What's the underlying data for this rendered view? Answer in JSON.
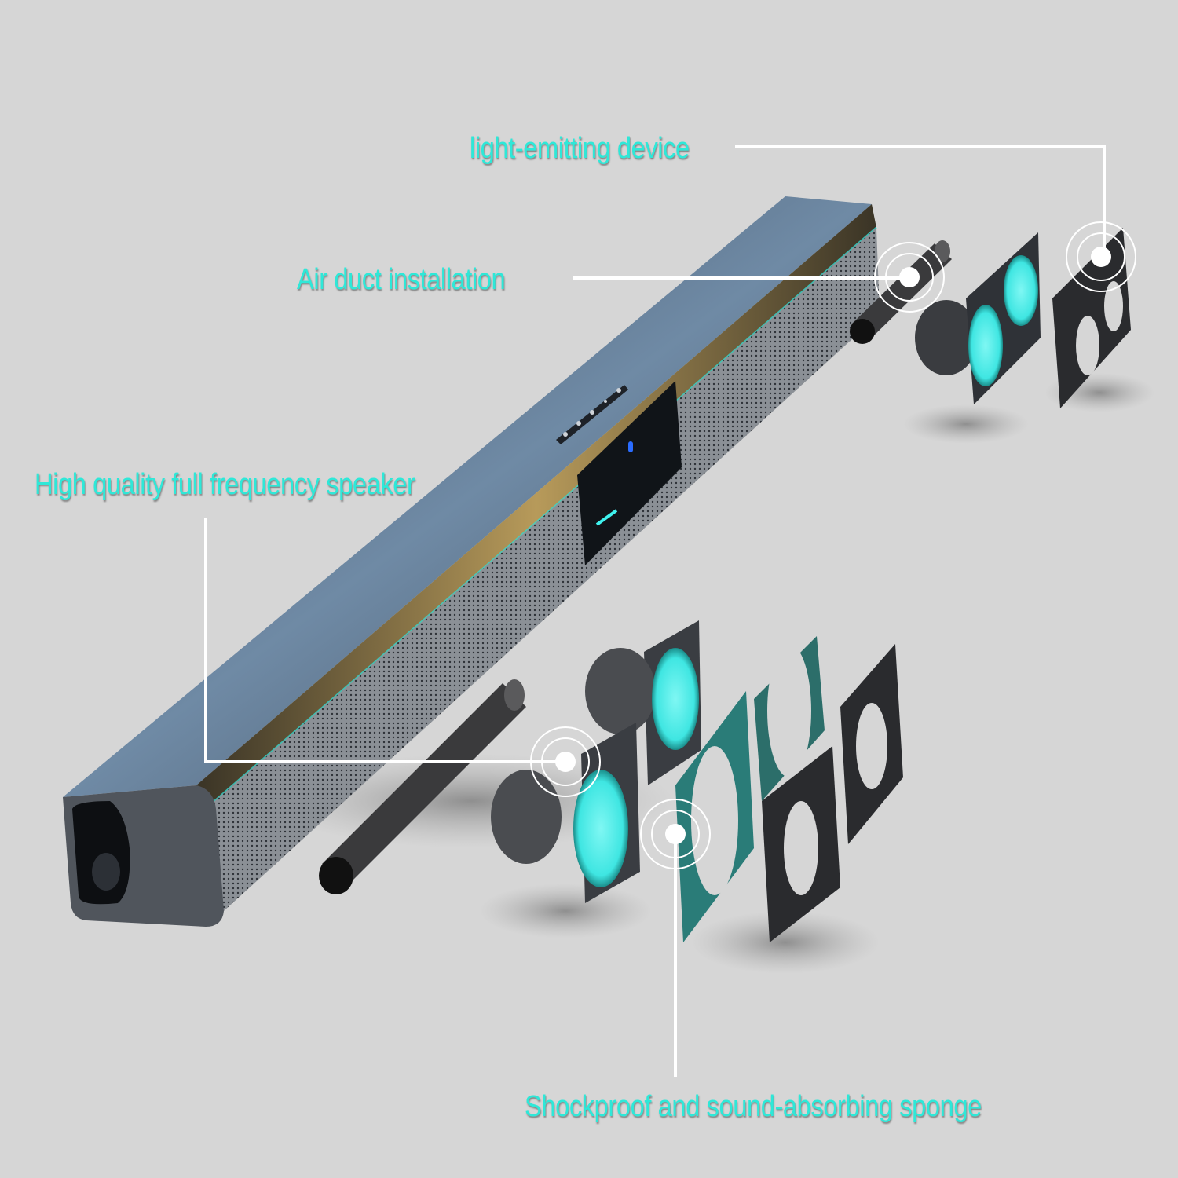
{
  "product": {
    "subject": "soundbar exploded view",
    "control_buttons": [
      "power",
      "mode",
      "play",
      "minus",
      "plus"
    ],
    "status_led_color": "#2a6cff"
  },
  "callouts": [
    {
      "id": "light-emitting-device",
      "label": "light-emitting device"
    },
    {
      "id": "air-duct",
      "label": "Air duct installation"
    },
    {
      "id": "full-frequency-speaker",
      "label": "High quality full frequency speaker"
    },
    {
      "id": "sponge",
      "label": "Shockproof and sound-absorbing sponge"
    }
  ],
  "colors": {
    "background": "#d6d6d6",
    "label_text": "#2ee8d8",
    "leader_lines": "#ffffff",
    "body_dark": "#2b2f36",
    "accent_glow": "#3ff2ee"
  }
}
